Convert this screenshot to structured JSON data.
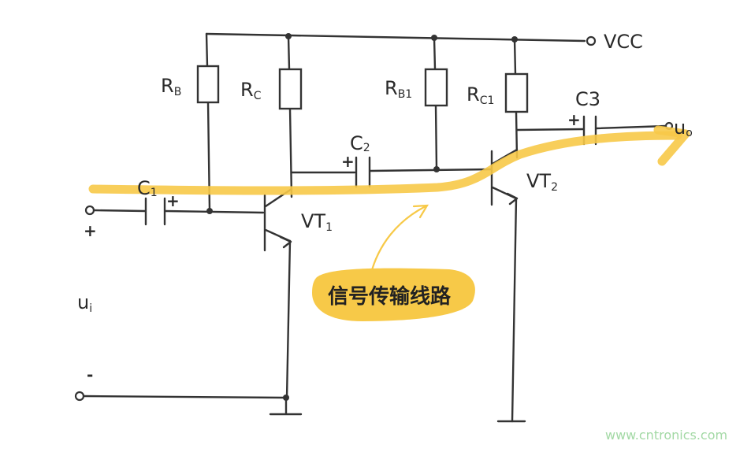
{
  "labels": {
    "rb": "R",
    "rb_sub": "B",
    "rc": "R",
    "rc_sub": "C",
    "rb1": "R",
    "rb1_sub": "B1",
    "rc1": "R",
    "rc1_sub": "C1",
    "c1": "C",
    "c1_sub": "1",
    "c2": "C",
    "c2_sub": "2",
    "c3": "C3",
    "vt1": "VT",
    "vt1_sub": "1",
    "vt2": "VT",
    "vt2_sub": "2",
    "vcc": "VCC",
    "ui": "u",
    "ui_sub": "i",
    "uo": "u",
    "uo_sub": "o",
    "plus": "+",
    "minus": "-",
    "c1_plus": "+",
    "c2_plus": "+",
    "c3_plus": "+"
  },
  "annotation": "信号传输线路",
  "watermark": "www.cntronics.com",
  "colors": {
    "signal_path": "#f7c948",
    "wire": "#333333",
    "watermark": "#a3d9a5"
  }
}
